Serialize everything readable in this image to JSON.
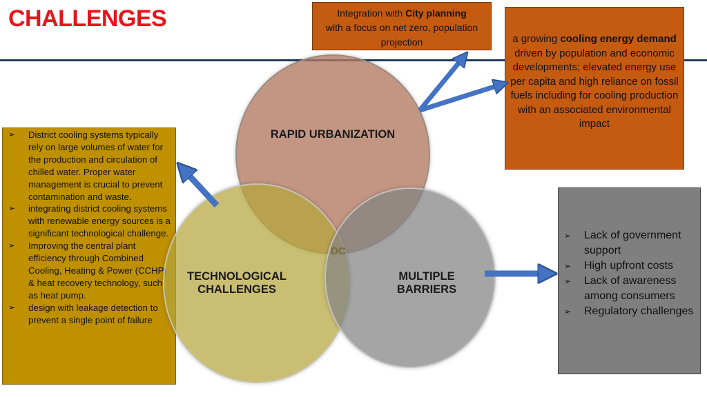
{
  "title": "CHALLENGES",
  "city_box": {
    "pre": "Integration with ",
    "bold": "City planning",
    "post": "with a focus on net zero, population projection"
  },
  "cooling_box": {
    "pre": "a growing ",
    "bold1": "cooling energy",
    "bold2": "demand",
    "post": " driven by population and economic developments; elevated energy use per capita and high reliance on fossil fuels including for cooling production with an associated environmental impact"
  },
  "water_box": {
    "items": [
      "District cooling systems typically rely on large volumes of water for the production and circulation of chilled water. Proper water management is crucial to prevent contamination and waste.",
      "integrating district cooling systems with renewable energy sources is a significant technological challenge.",
      "Improving the central plant efficiency through Combined Cooling, Heating & Power (CCHP) & heat recovery technology, such as heat pump.",
      "design with leakage detection to prevent a single point of failure"
    ]
  },
  "barriers_box": {
    "items": [
      "Lack of government support",
      "High upfront costs",
      "Lack of awareness among consumers",
      "Regulatory challenges"
    ]
  },
  "circles": {
    "urban": "RAPID URBANIZATION",
    "tech_line1": "TECHNOLOGICAL",
    "tech_line2": "CHALLENGES",
    "multi_line1": "MULTIPLE",
    "multi_line2": "BARRIERS",
    "center": "DC"
  },
  "bullet_glyph": "➢",
  "colors": {
    "title": "#e8141c",
    "orange_box": "#c55a11",
    "gold_box": "#bf9000",
    "gray_box": "#7f7f7f",
    "arrow": "#4472c4"
  }
}
